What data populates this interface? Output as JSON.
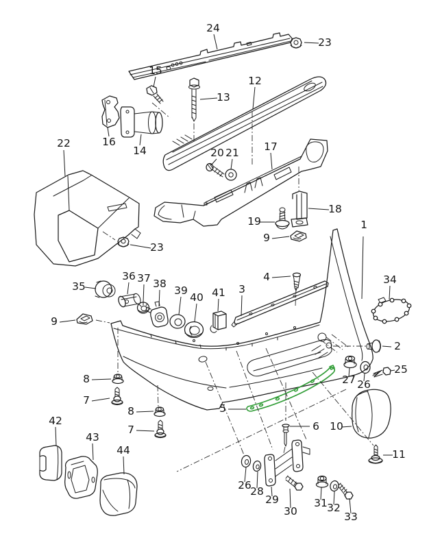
{
  "diagram": {
    "background": "#ffffff",
    "line_color": "#1a1a1a",
    "highlight_color": "#2f9c35"
  },
  "callouts": {
    "1": "1",
    "2": "2",
    "3": "3",
    "4": "4",
    "5": "5",
    "6": "6",
    "7": "7",
    "8": "8",
    "9": "9",
    "10": "10",
    "11": "11",
    "12": "12",
    "13": "13",
    "14": "14",
    "15": "15",
    "16": "16",
    "17": "17",
    "18": "18",
    "19": "19",
    "20": "20",
    "21": "21",
    "22": "22",
    "23": "23",
    "24": "24",
    "25": "25",
    "26": "26",
    "27": "27",
    "28": "28",
    "29": "29",
    "30": "30",
    "31": "31",
    "32": "32",
    "33": "33",
    "34": "34",
    "35": "35",
    "36": "36",
    "37": "37",
    "38": "38",
    "39": "39",
    "40": "40",
    "41": "41",
    "42": "42",
    "43": "43",
    "44": "44"
  }
}
